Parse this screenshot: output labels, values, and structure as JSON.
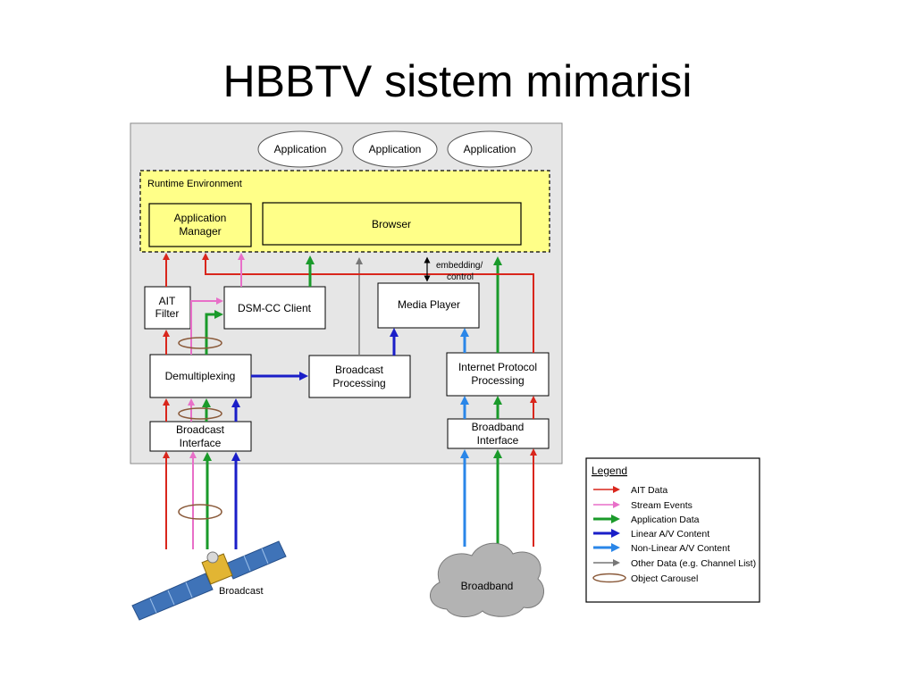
{
  "slide": {
    "title": "HBBTV sistem mimarisi"
  },
  "diagram": {
    "applications": [
      "Application",
      "Application",
      "Application"
    ],
    "runtime_label": "Runtime Environment",
    "app_manager": [
      "Application",
      "Manager"
    ],
    "browser": "Browser",
    "embedding": [
      "embedding/",
      "control"
    ],
    "ait_filter": [
      "AIT",
      "Filter"
    ],
    "dsmcc": "DSM-CC Client",
    "media_player": "Media Player",
    "demux": "Demultiplexing",
    "broadcast_processing": [
      "Broadcast",
      "Processing"
    ],
    "ip_processing": [
      "Internet Protocol",
      "Processing"
    ],
    "broadcast_interface": [
      "Broadcast",
      "Interface"
    ],
    "broadband_interface": [
      "Broadband",
      "Interface"
    ],
    "broadcast_source": "Broadcast",
    "broadband_source": "Broadband"
  },
  "legend": {
    "title": "Legend",
    "items": [
      {
        "label": "AIT Data",
        "color": "#d9261c",
        "style": "thin"
      },
      {
        "label": "Stream Events",
        "color": "#e86fc8",
        "style": "thin"
      },
      {
        "label": "Application Data",
        "color": "#1a9a2a",
        "style": "thick"
      },
      {
        "label": "Linear A/V Content",
        "color": "#1a1ec8",
        "style": "thick"
      },
      {
        "label": "Non-Linear A/V Content",
        "color": "#2a86e8",
        "style": "thick"
      },
      {
        "label": "Other Data (e.g. Channel List)",
        "color": "#777777",
        "style": "thin"
      },
      {
        "label": "Object Carousel",
        "color": "#8a5a3a",
        "style": "ellipse"
      }
    ]
  },
  "colors": {
    "ait": "#d9261c",
    "stream": "#e86fc8",
    "app": "#1a9a2a",
    "linear": "#1a1ec8",
    "nonlinear": "#2a86e8",
    "other": "#777777",
    "carousel": "#8a5a3a",
    "runtime_fill": "#ffff88",
    "panel_fill": "#e6e6e6"
  }
}
